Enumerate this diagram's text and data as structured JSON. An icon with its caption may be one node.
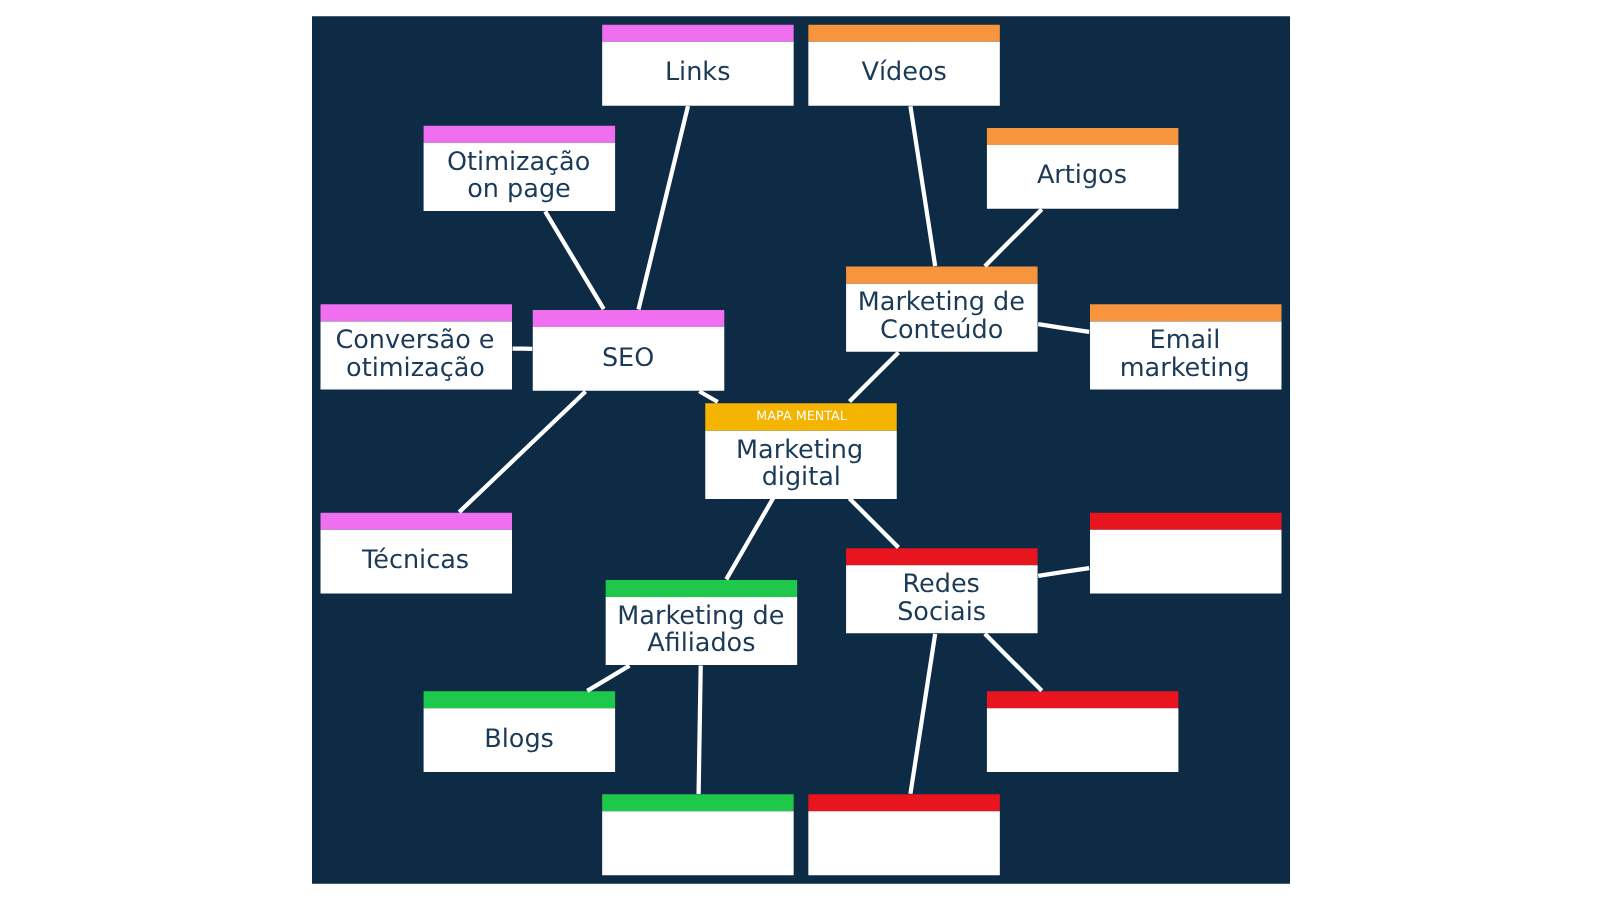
{
  "diagram": {
    "nodes": [
      {
        "text": [
          "MAPA MENTAL",
          "Marketing digital"
        ]
      },
      {
        "text": [
          "Marketing de Conteúdo"
        ]
      },
      {
        "text": [
          "Email marketing"
        ]
      },
      {
        "text": [
          "Artigos"
        ]
      },
      {
        "text": [
          "Vídeos"
        ]
      },
      {
        "text": [
          "SEO"
        ]
      },
      {
        "text": [
          "Links"
        ]
      },
      {
        "text": [
          "Otimização on page"
        ]
      },
      {
        "text": [
          "Conversão e otimização"
        ]
      },
      {
        "text": [
          "Técnicas"
        ]
      },
      {
        "text": [
          "Marketing de Afiliados"
        ]
      },
      {
        "text": [
          "Blogs"
        ]
      },
      {
        "text": [],
        "shape": "box"
      },
      {
        "text": [
          "Redes Sociais"
        ]
      },
      {
        "text": [],
        "shape": "box"
      },
      {
        "text": [],
        "shape": "box"
      },
      {
        "text": [],
        "shape": "box"
      }
    ],
    "edges": [
      {
        "from": 0,
        "to": 1,
        "arrow": "none"
      },
      {
        "from": 1,
        "to": 2,
        "arrow": "none"
      },
      {
        "from": 1,
        "to": 3,
        "arrow": "none"
      },
      {
        "from": 1,
        "to": 4,
        "arrow": "none"
      },
      {
        "from": 0,
        "to": 5,
        "arrow": "none"
      },
      {
        "from": 5,
        "to": 6,
        "arrow": "none"
      },
      {
        "from": 5,
        "to": 7,
        "arrow": "none"
      },
      {
        "from": 5,
        "to": 8,
        "arrow": "none"
      },
      {
        "from": 5,
        "to": 9,
        "arrow": "none"
      },
      {
        "from": 0,
        "to": 10,
        "arrow": "none"
      },
      {
        "from": 10,
        "to": 11,
        "arrow": "none"
      },
      {
        "from": 10,
        "to": 12,
        "arrow": "none"
      },
      {
        "from": 0,
        "to": 13,
        "arrow": "none"
      },
      {
        "from": 13,
        "to": 14,
        "arrow": "none"
      },
      {
        "from": 13,
        "to": 15,
        "arrow": "none"
      },
      {
        "from": 13,
        "to": 16,
        "arrow": "none"
      }
    ]
  }
}
